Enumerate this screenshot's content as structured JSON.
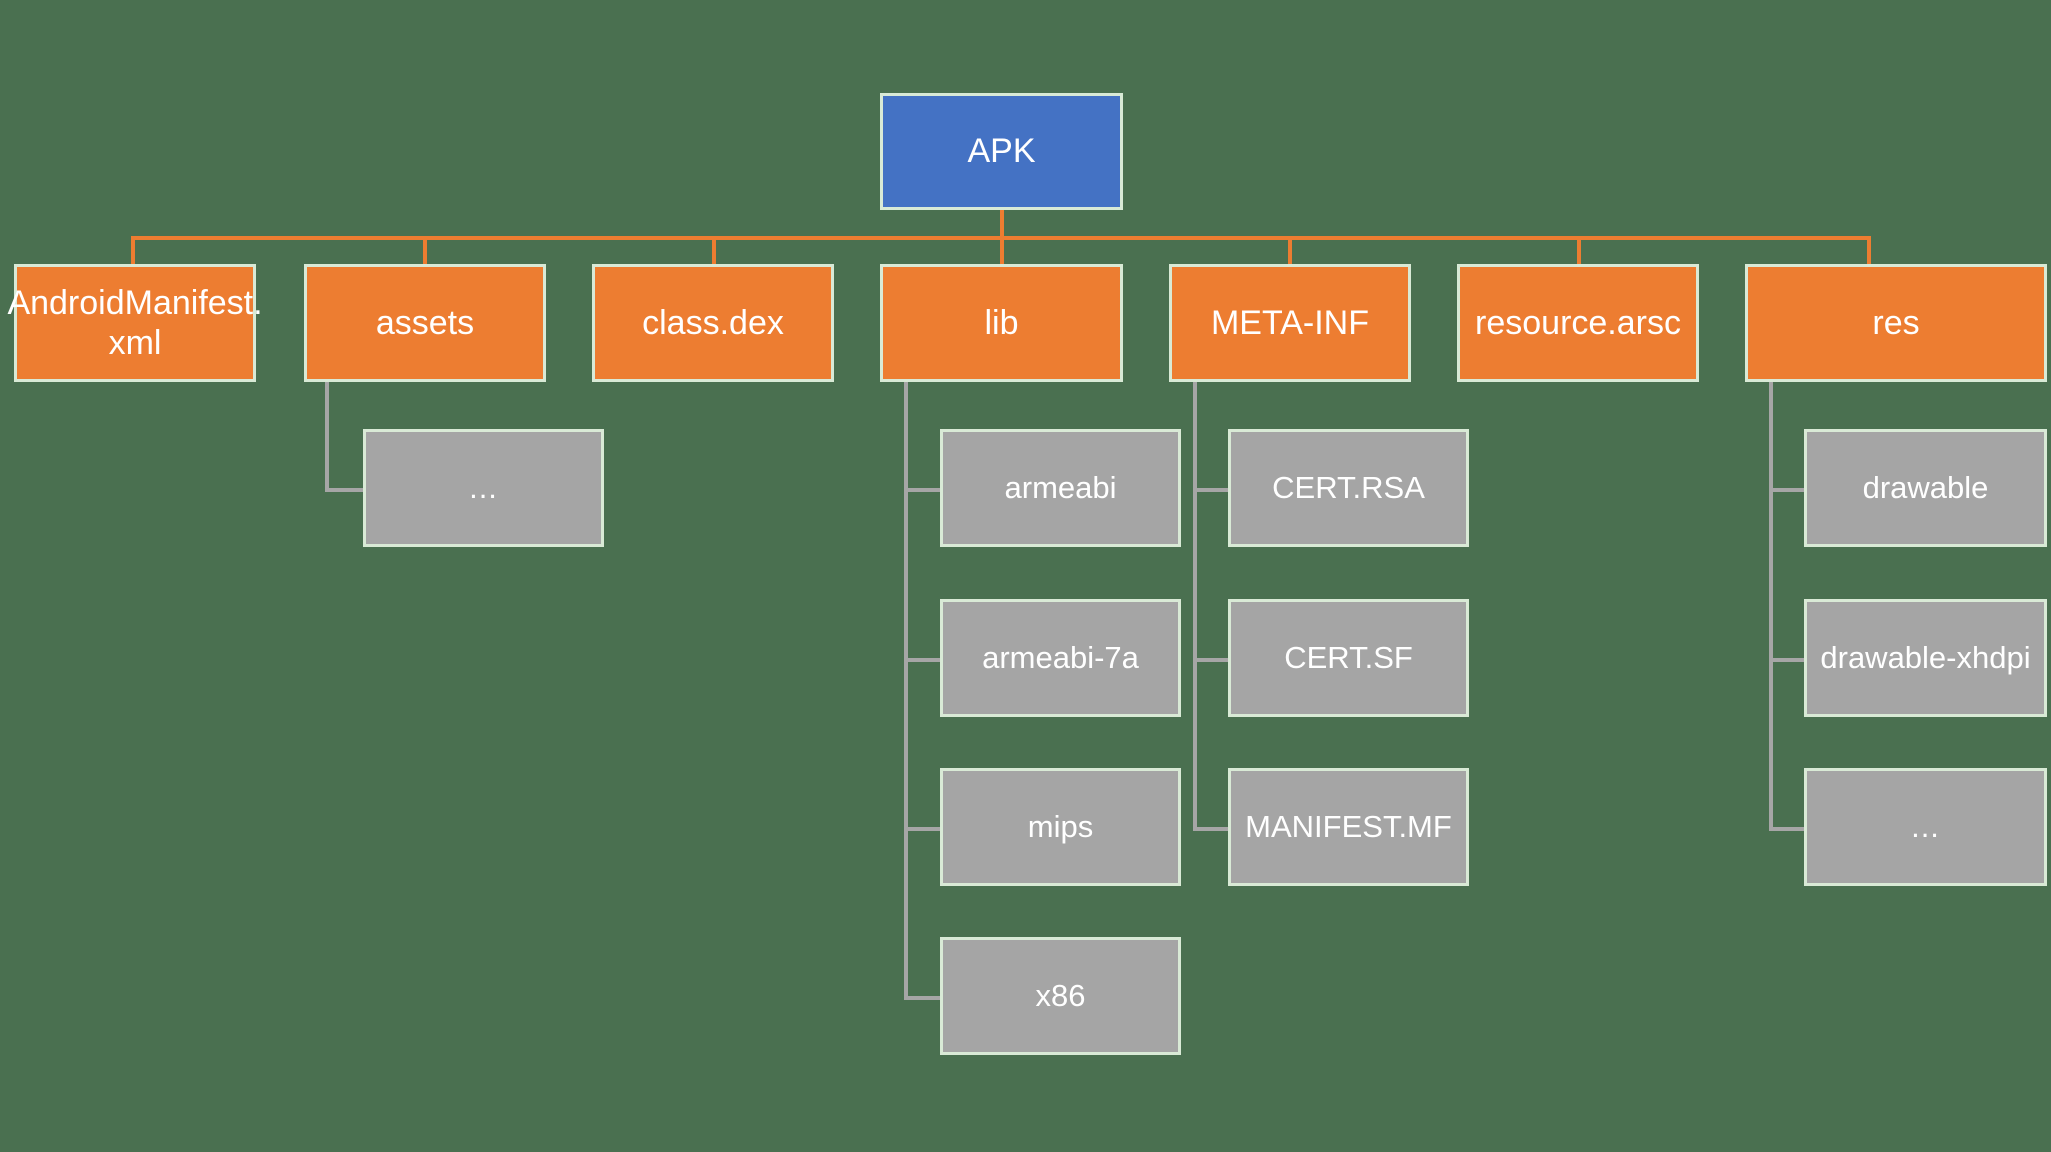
{
  "diagram": {
    "title": "APK file structure tree",
    "background_color": "#4a7050",
    "colors": {
      "root_fill": "#4472c4",
      "level1_fill": "#ed7d31",
      "leaf_fill": "#a5a5a5",
      "box_border": "#d9ead6",
      "orange_connector": "#ed7d31",
      "gray_connector": "#a6a6a6",
      "text": "#ffffff"
    },
    "root": {
      "label": "APK"
    },
    "level1": [
      {
        "id": "androidmanifest",
        "label": "AndroidManifest.\nxml"
      },
      {
        "id": "assets",
        "label": "assets"
      },
      {
        "id": "classdex",
        "label": "class.dex"
      },
      {
        "id": "lib",
        "label": "lib"
      },
      {
        "id": "metainf",
        "label": "META-INF"
      },
      {
        "id": "resourcearsc",
        "label": "resource.arsc"
      },
      {
        "id": "res",
        "label": "res"
      }
    ],
    "assets_children": [
      {
        "id": "assets-ellipsis",
        "label": "..."
      }
    ],
    "lib_children": [
      {
        "id": "armeabi",
        "label": "armeabi"
      },
      {
        "id": "armeabi-7a",
        "label": "armeabi-7a"
      },
      {
        "id": "mips",
        "label": "mips"
      },
      {
        "id": "x86",
        "label": "x86"
      }
    ],
    "metainf_children": [
      {
        "id": "cert-rsa",
        "label": "CERT.RSA"
      },
      {
        "id": "cert-sf",
        "label": "CERT.SF"
      },
      {
        "id": "manifest-mf",
        "label": "MANIFEST.MF"
      }
    ],
    "res_children": [
      {
        "id": "drawable",
        "label": "drawable"
      },
      {
        "id": "drawable-xhdpi",
        "label": "drawable-xhdpi"
      },
      {
        "id": "res-ellipsis",
        "label": "..."
      }
    ]
  }
}
